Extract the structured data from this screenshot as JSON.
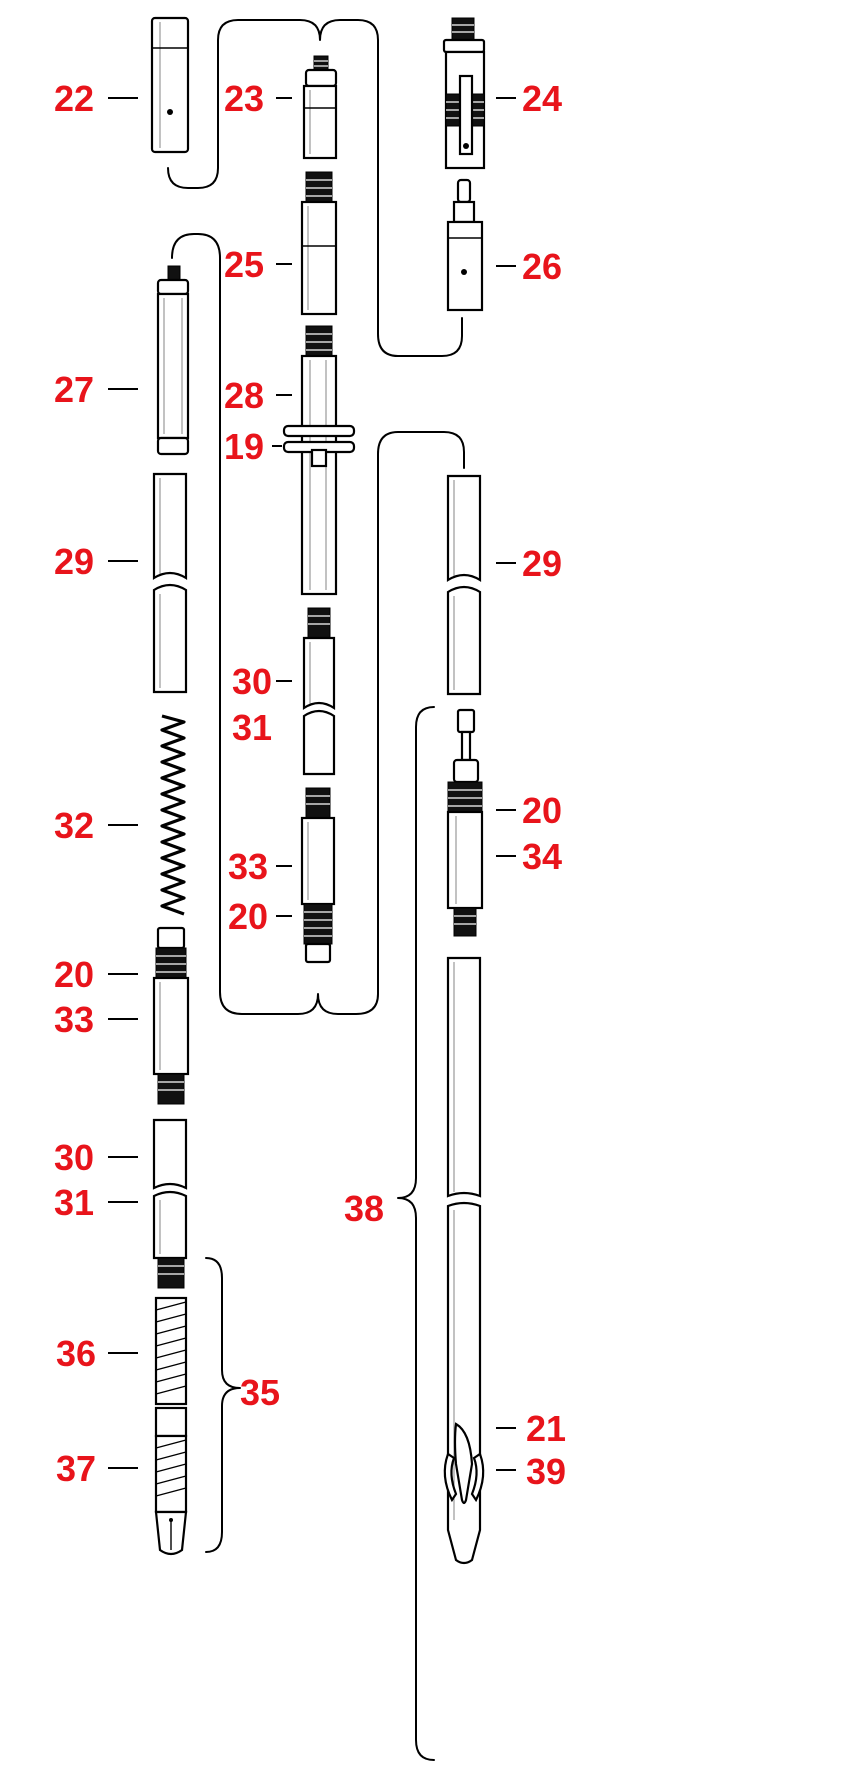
{
  "part_labels": [
    {
      "id": "22-top",
      "text": "22"
    },
    {
      "id": "23-top",
      "text": "23"
    },
    {
      "id": "24-top",
      "text": "24"
    },
    {
      "id": "25-mid",
      "text": "25"
    },
    {
      "id": "26-right",
      "text": "26"
    },
    {
      "id": "27-left",
      "text": "27"
    },
    {
      "id": "28-mid",
      "text": "28"
    },
    {
      "id": "19-mid",
      "text": "19"
    },
    {
      "id": "29-left",
      "text": "29"
    },
    {
      "id": "29-right",
      "text": "29"
    },
    {
      "id": "30-mid",
      "text": "30"
    },
    {
      "id": "31-mid",
      "text": "31"
    },
    {
      "id": "20-right",
      "text": "20"
    },
    {
      "id": "34-right",
      "text": "34"
    },
    {
      "id": "32-left",
      "text": "32"
    },
    {
      "id": "33-mid",
      "text": "33"
    },
    {
      "id": "20-mid",
      "text": "20"
    },
    {
      "id": "20-left",
      "text": "20"
    },
    {
      "id": "33-left",
      "text": "33"
    },
    {
      "id": "30-left",
      "text": "30"
    },
    {
      "id": "31-left",
      "text": "31"
    },
    {
      "id": "38-right",
      "text": "38"
    },
    {
      "id": "36-left",
      "text": "36"
    },
    {
      "id": "35-left",
      "text": "35"
    },
    {
      "id": "21-right",
      "text": "21"
    },
    {
      "id": "37-left",
      "text": "37"
    },
    {
      "id": "39-right",
      "text": "39"
    }
  ]
}
